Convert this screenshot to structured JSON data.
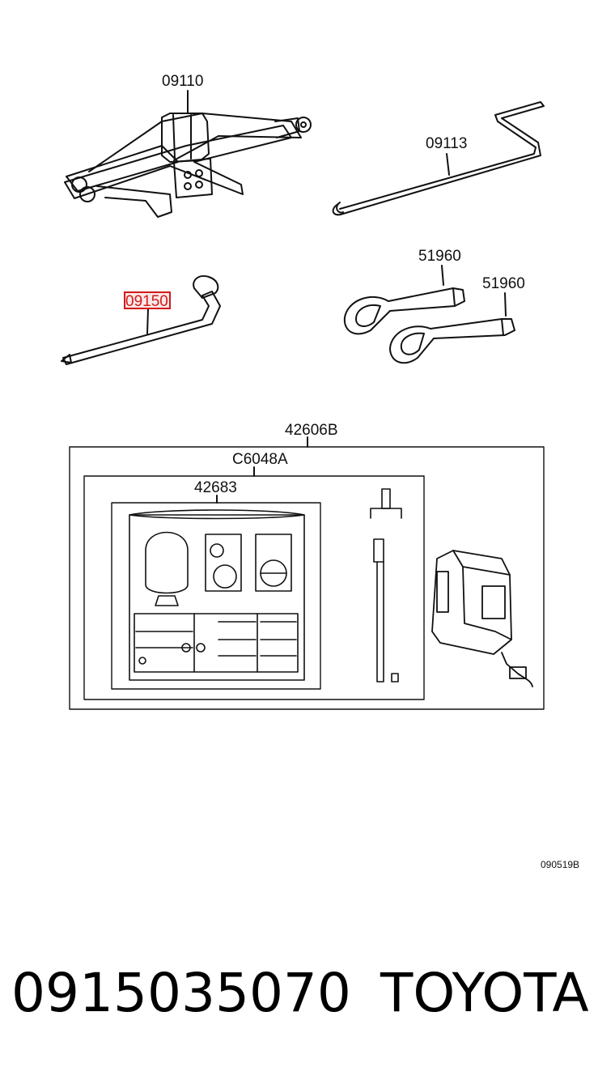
{
  "diagram": {
    "callouts": {
      "jack": "09110",
      "handle": "09113",
      "wrench": "09150",
      "eyebolt_a": "51960",
      "eyebolt_b": "51960",
      "kit_outer": "42606B",
      "kit_case": "C6048A",
      "sealant_kit": "42683"
    },
    "figure_id": "090519B",
    "highlight_color": "#d11a1a"
  },
  "caption": {
    "part_number": "0915035070",
    "brand": "TOYOTA"
  }
}
